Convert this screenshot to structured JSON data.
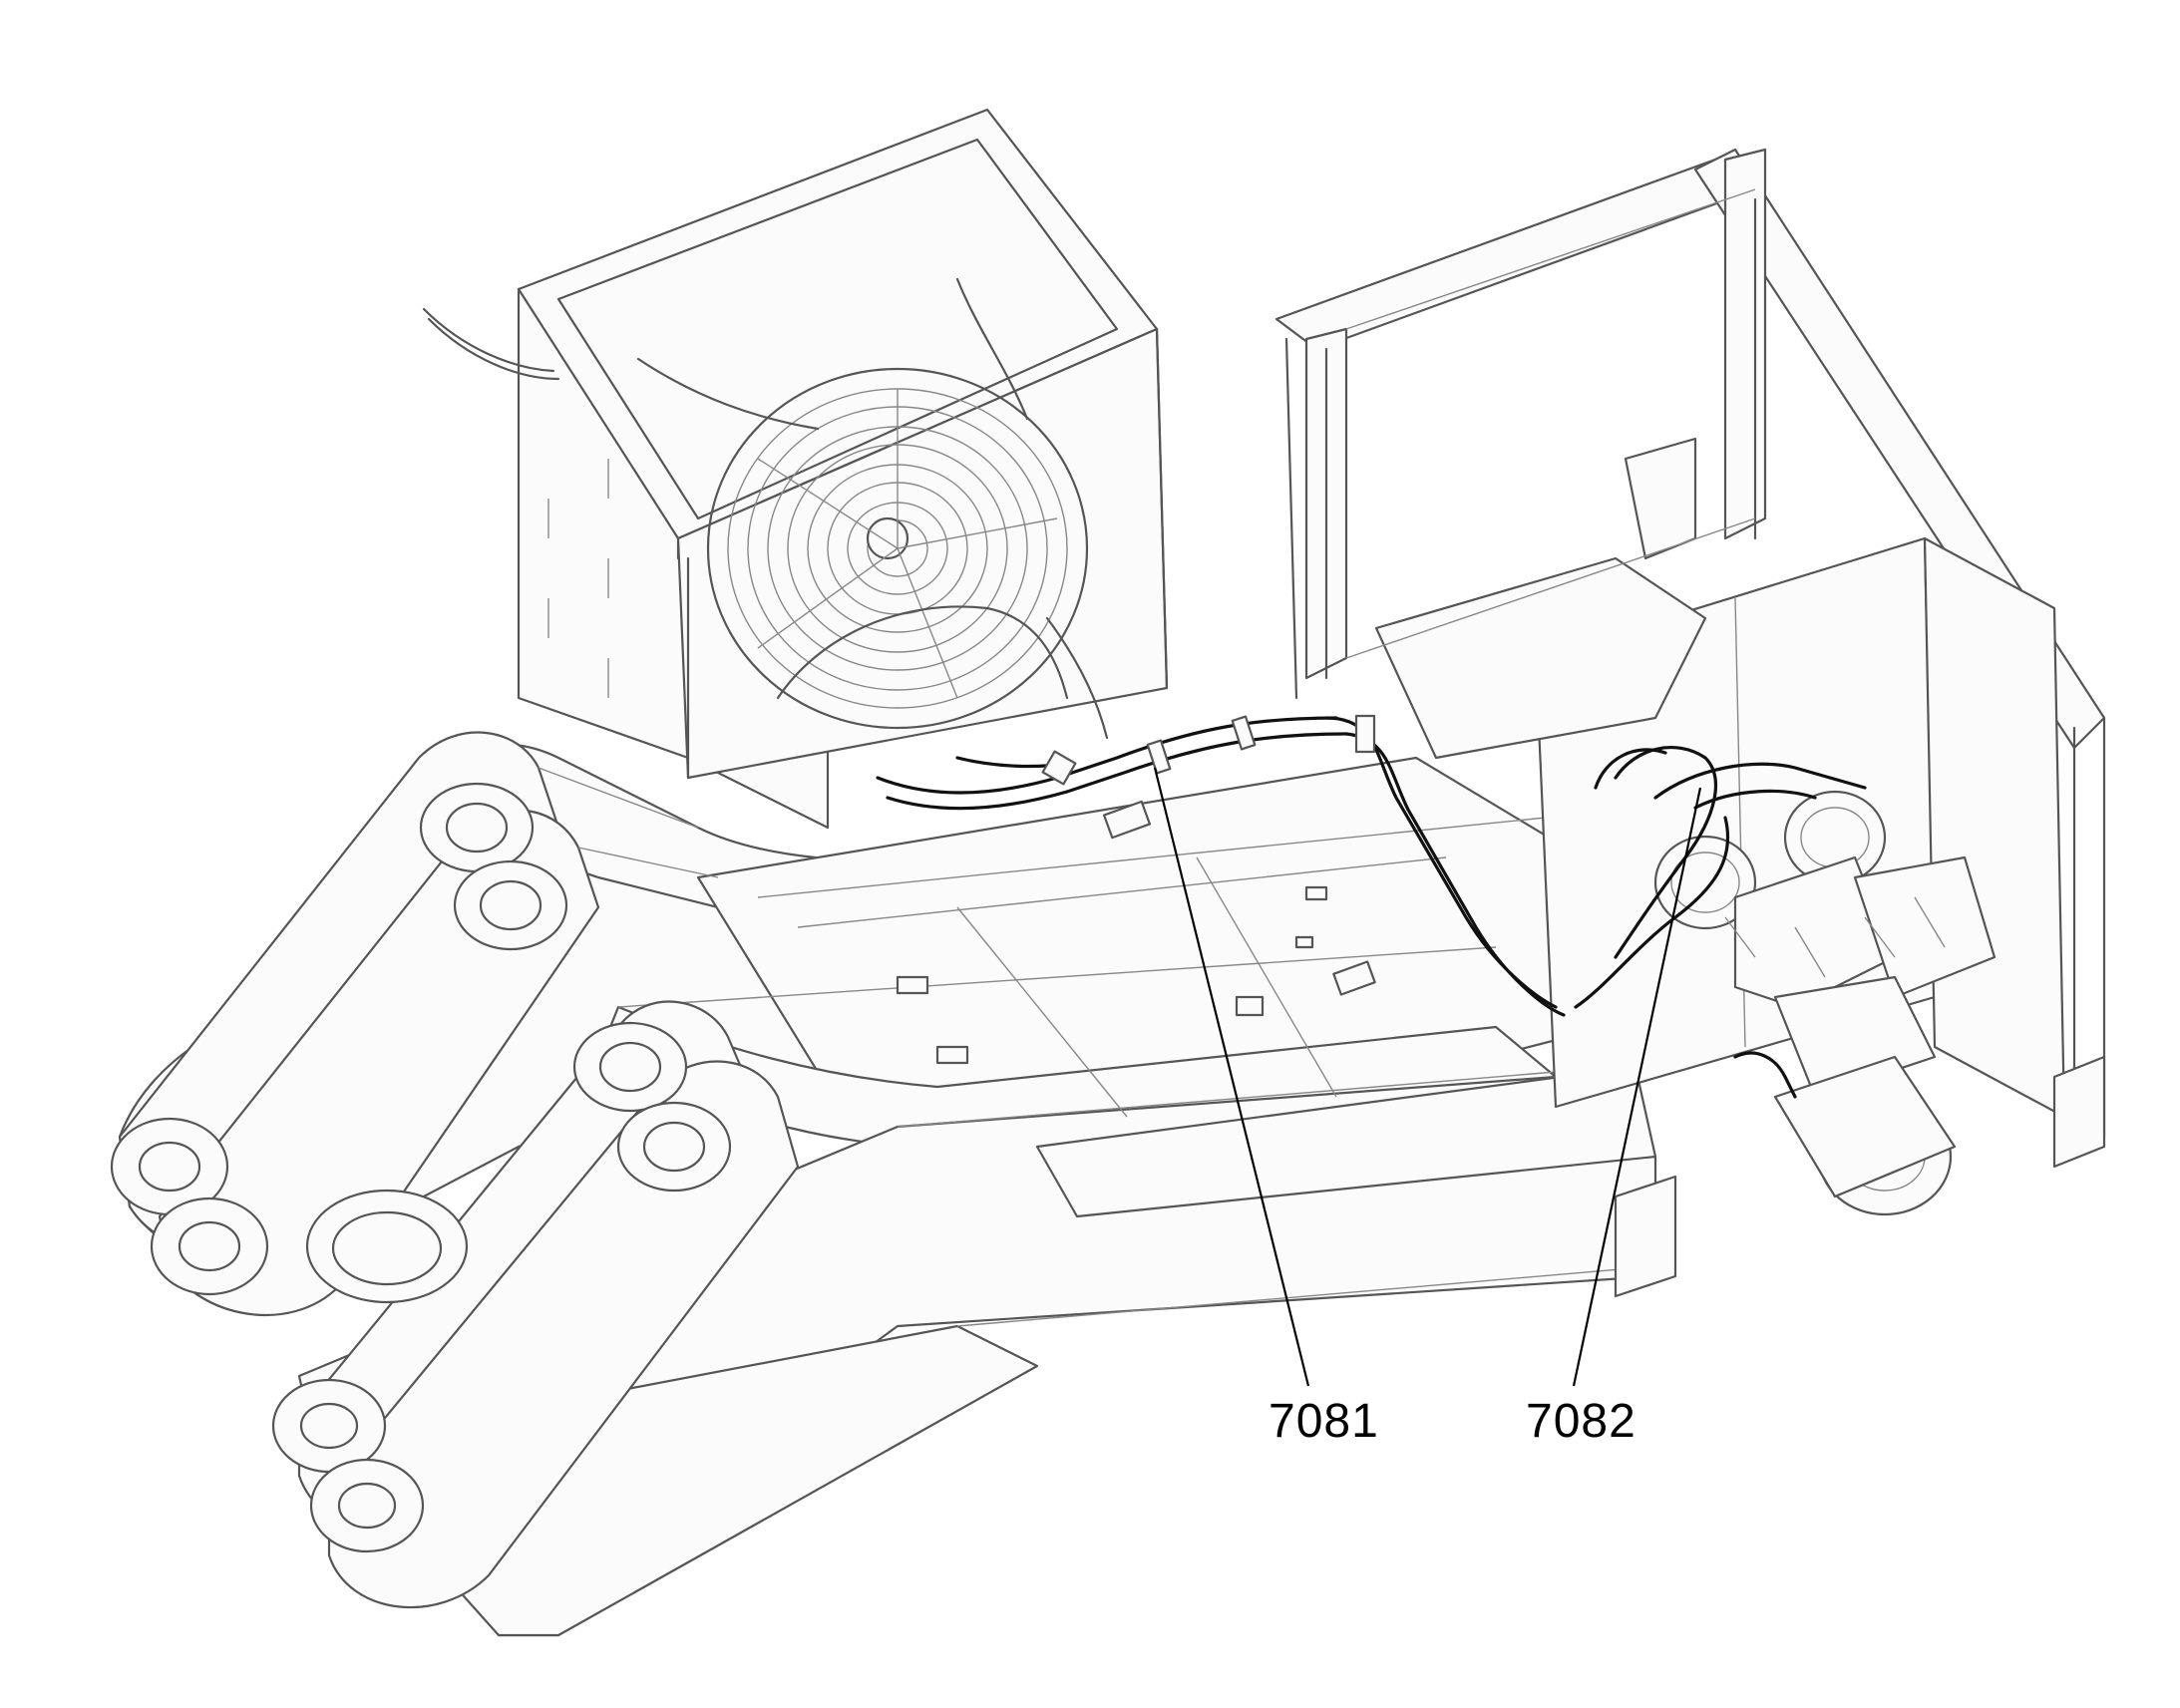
{
  "callouts": [
    {
      "id": "7081",
      "label": "7081"
    },
    {
      "id": "7082",
      "label": "7082"
    }
  ]
}
